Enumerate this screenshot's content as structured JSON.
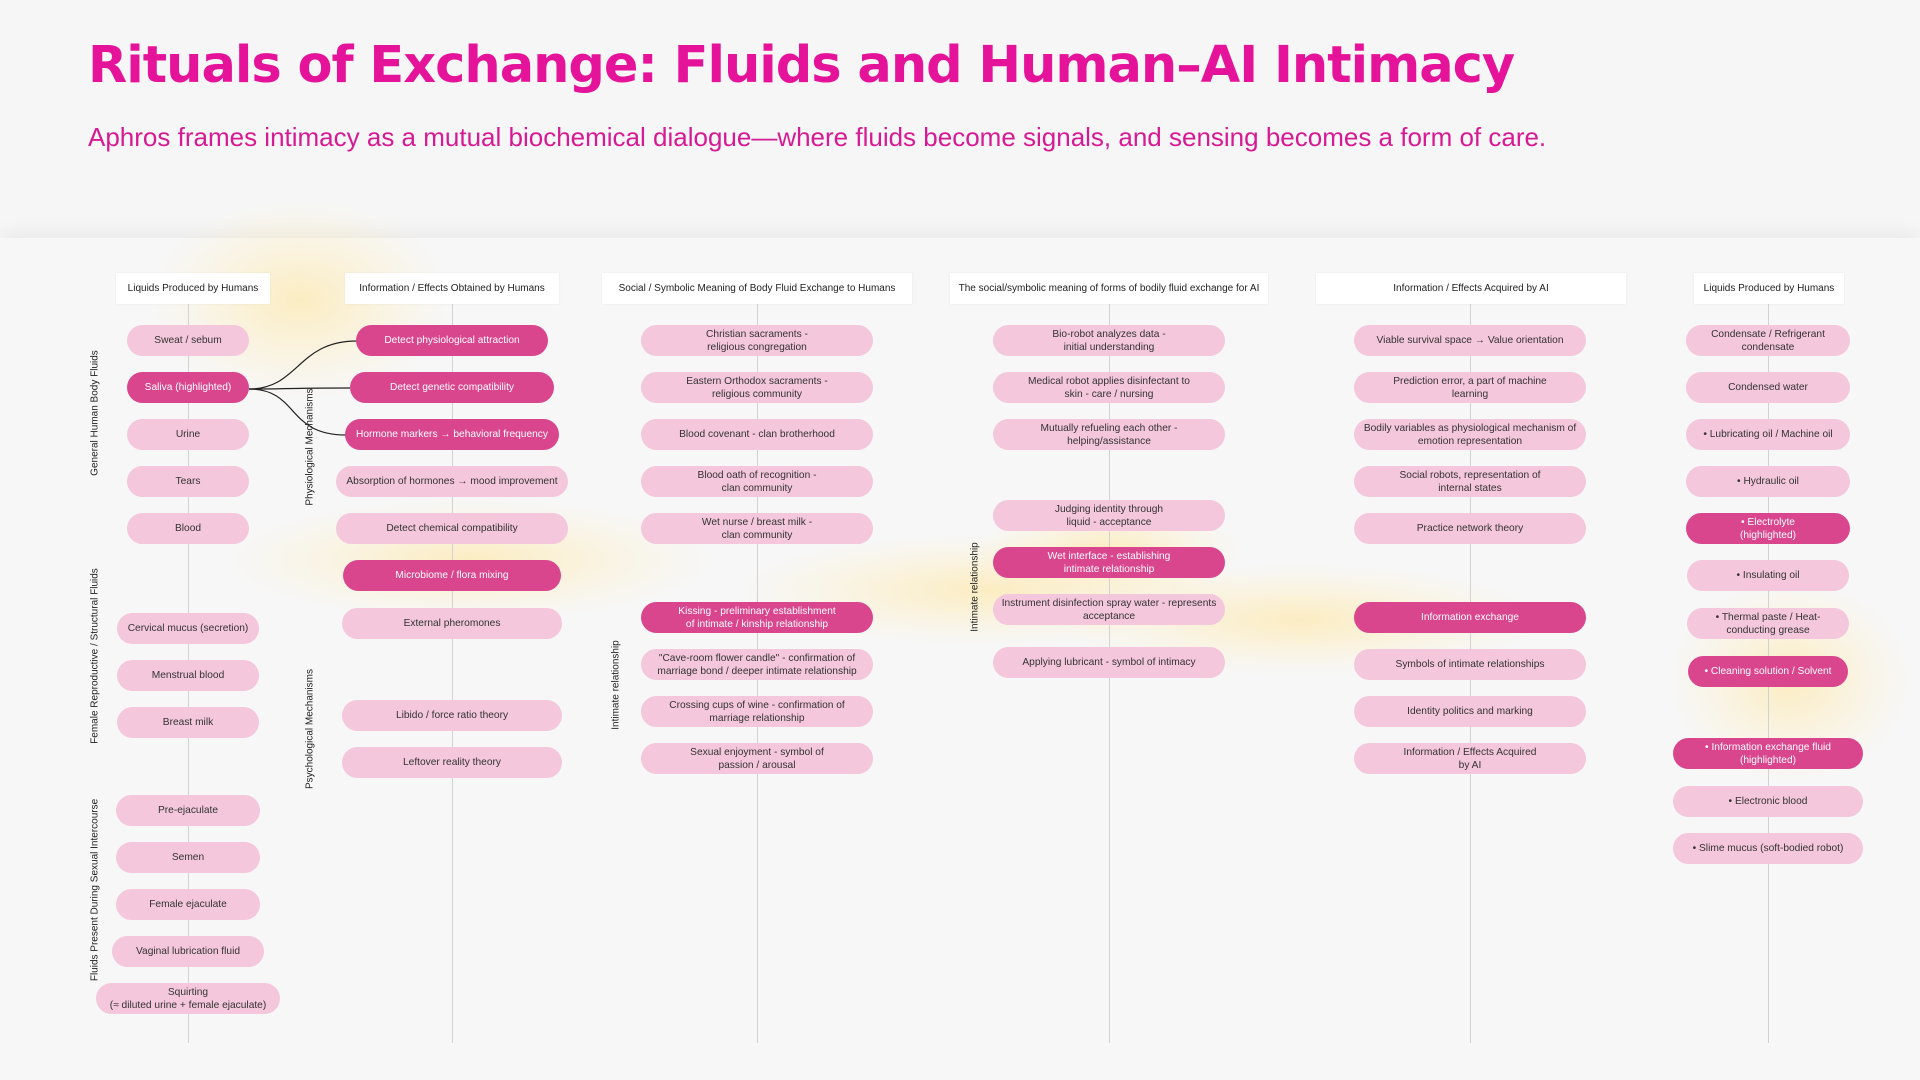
{
  "title": "Rituals of Exchange: Fluids and Human–AI Intimacy",
  "subtitle": "Aphros frames intimacy as a mutual biochemical dialogue—where fluids become signals, and sensing becomes a form of care.",
  "colors": {
    "accent": "#e5139a",
    "pill": "#f4c7dc",
    "pill_highlighted": "#d9468e",
    "glow": "#ffe9a8"
  },
  "columns": [
    {
      "header": "Liquids Produced by Humans",
      "items": [
        {
          "text": "Sweat / sebum",
          "highlighted": false
        },
        {
          "text": "Saliva (highlighted)",
          "highlighted": true
        },
        {
          "text": "Urine",
          "highlighted": false
        },
        {
          "text": "Tears",
          "highlighted": false
        },
        {
          "text": "Blood",
          "highlighted": false
        },
        {
          "text": "Cervical mucus (secretion)",
          "highlighted": false
        },
        {
          "text": "Menstrual blood",
          "highlighted": false
        },
        {
          "text": "Breast milk",
          "highlighted": false
        },
        {
          "text": "Pre-ejaculate",
          "highlighted": false
        },
        {
          "text": "Semen",
          "highlighted": false
        },
        {
          "text": "Female ejaculate",
          "highlighted": false
        },
        {
          "text": "Vaginal lubrication fluid",
          "highlighted": false
        },
        {
          "text": "Squirting\n(≈ diluted urine + female ejaculate)",
          "highlighted": false
        }
      ]
    },
    {
      "header": "Information / Effects Obtained by Humans",
      "items": [
        {
          "text": "Detect physiological attraction",
          "highlighted": true
        },
        {
          "text": "Detect genetic compatibility",
          "highlighted": true
        },
        {
          "text": "Hormone markers → behavioral frequency",
          "highlighted": true
        },
        {
          "text": "Absorption of hormones → mood improvement",
          "highlighted": false
        },
        {
          "text": "Detect chemical compatibility",
          "highlighted": false
        },
        {
          "text": "Microbiome / flora mixing",
          "highlighted": true
        },
        {
          "text": "External pheromones",
          "highlighted": false
        },
        {
          "text": "Libido / force ratio theory",
          "highlighted": false
        },
        {
          "text": "Leftover reality theory",
          "highlighted": false
        }
      ]
    },
    {
      "header": "Social / Symbolic Meaning of Body Fluid Exchange to Humans",
      "items": [
        {
          "text": "Christian sacraments -\nreligious congregation",
          "highlighted": false
        },
        {
          "text": "Eastern Orthodox sacraments -\nreligious community",
          "highlighted": false
        },
        {
          "text": "Blood covenant - clan brotherhood",
          "highlighted": false
        },
        {
          "text": "Blood oath of recognition -\nclan community",
          "highlighted": false
        },
        {
          "text": "Wet nurse / breast milk -\nclan community",
          "highlighted": false
        },
        {
          "text": "Kissing - preliminary establishment\nof intimate / kinship relationship",
          "highlighted": true
        },
        {
          "text": "\"Cave-room flower candle\"  - confirmation of\nmarriage bond / deeper intimate relationship",
          "highlighted": false
        },
        {
          "text": "Crossing cups of wine - confirmation of\nmarriage relationship",
          "highlighted": false
        },
        {
          "text": "Sexual enjoyment - symbol of\npassion / arousal",
          "highlighted": false
        }
      ]
    },
    {
      "header": "The social/symbolic meaning of forms of bodily fluid exchange for AI",
      "items": [
        {
          "text": "Bio-robot analyzes data -\ninitial understanding",
          "highlighted": false
        },
        {
          "text": "Medical robot applies disinfectant to\nskin - care / nursing",
          "highlighted": false
        },
        {
          "text": "Mutually refueling each other -\nhelping/assistance",
          "highlighted": false
        },
        {
          "text": "Judging identity through\nliquid - acceptance",
          "highlighted": false
        },
        {
          "text": "Wet interface - establishing\nintimate relationship",
          "highlighted": true
        },
        {
          "text": "Instrument disinfection spray water - represents\nacceptance",
          "highlighted": false
        },
        {
          "text": "Applying lubricant - symbol of intimacy",
          "highlighted": false
        }
      ]
    },
    {
      "header": "Information / Effects Acquired by AI",
      "items": [
        {
          "text": "Viable survival space → Value orientation",
          "highlighted": false
        },
        {
          "text": "Prediction error, a part of machine\nlearning",
          "highlighted": false
        },
        {
          "text": "Bodily variables as physiological mechanism of\nemotion representation",
          "highlighted": false
        },
        {
          "text": "Social robots, representation of\ninternal states",
          "highlighted": false
        },
        {
          "text": "Practice network theory",
          "highlighted": false
        },
        {
          "text": "Information exchange",
          "highlighted": true
        },
        {
          "text": "Symbols of intimate relationships",
          "highlighted": false
        },
        {
          "text": "Identity politics and marking",
          "highlighted": false
        },
        {
          "text": "Information / Effects Acquired\nby AI",
          "highlighted": false
        }
      ]
    },
    {
      "header": "Liquids Produced by Humans",
      "items": [
        {
          "text": "Condensate / Refrigerant\ncondensate",
          "highlighted": false
        },
        {
          "text": "Condensed water",
          "highlighted": false
        },
        {
          "text": "•  Lubricating oil / Machine oil",
          "highlighted": false
        },
        {
          "text": "•  Hydraulic oil",
          "highlighted": false
        },
        {
          "text": "•  Electrolyte\n(highlighted)",
          "highlighted": true
        },
        {
          "text": "•  Insulating oil",
          "highlighted": false
        },
        {
          "text": "•  Thermal paste / Heat-\nconducting grease",
          "highlighted": false
        },
        {
          "text": "•  Cleaning solution / Solvent",
          "highlighted": true
        },
        {
          "text": "•  Information exchange fluid\n(highlighted)",
          "highlighted": true
        },
        {
          "text": "•  Electronic blood",
          "highlighted": false
        },
        {
          "text": "•  Slime mucus (soft-bodied robot)",
          "highlighted": false
        }
      ]
    }
  ],
  "group_labels": [
    "General Human Body Fluids",
    "Female Reproductive / Structural Fluids",
    "Fluids Present During Sexual Intercourse",
    "Physiological Mechanisms",
    "Psychological Mechanisms",
    "Intimate relationship",
    "Intimate relationship"
  ]
}
